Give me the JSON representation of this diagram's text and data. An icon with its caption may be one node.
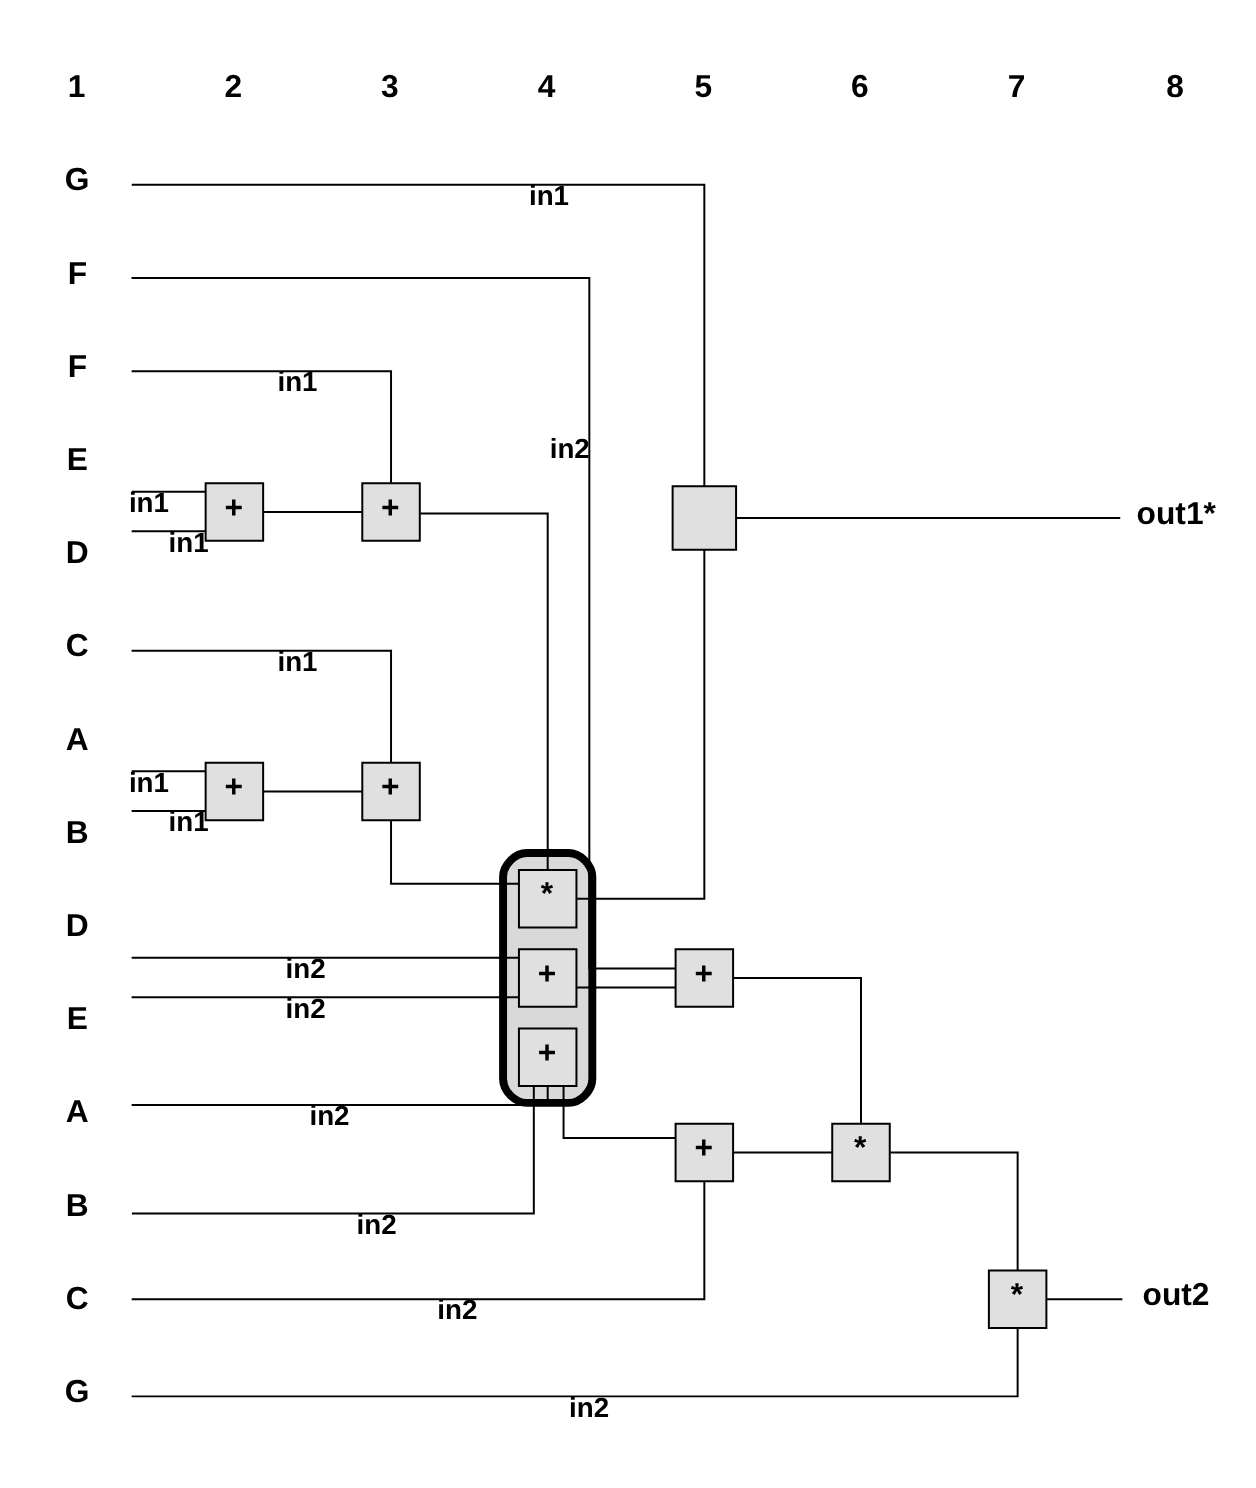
{
  "diagram": {
    "nodes": [
      {
        "text": [
          "A"
        ]
      },
      {
        "text": [
          "B"
        ]
      },
      {
        "text": [
          "C"
        ]
      },
      {
        "text": [
          "D"
        ]
      },
      {
        "text": [
          "E"
        ]
      },
      {
        "text": [
          "F"
        ]
      },
      {
        "text": [
          "G"
        ]
      },
      {
        "text": [
          "+"
        ]
      },
      {
        "text": [
          "+"
        ]
      },
      {
        "text": [
          "+"
        ]
      },
      {
        "text": [
          "+"
        ]
      },
      {
        "text": [],
        "shape": "bar"
      },
      {
        "text": [
          "*"
        ],
        "in": 11
      },
      {
        "text": [],
        "shape": "box"
      },
      {
        "text": [
          "out1*"
        ]
      },
      {
        "text": [
          "A"
        ]
      },
      {
        "text": [
          "B"
        ]
      },
      {
        "text": [
          "C"
        ]
      },
      {
        "text": [
          "D"
        ]
      },
      {
        "text": [
          "E"
        ]
      },
      {
        "text": [
          "F"
        ]
      },
      {
        "text": [
          "G"
        ]
      },
      {
        "text": [
          "+"
        ],
        "in": 11
      },
      {
        "text": [
          "+"
        ],
        "in": 11
      },
      {
        "text": [
          "+"
        ]
      },
      {
        "text": [
          "+"
        ]
      },
      {
        "text": [
          "*"
        ]
      },
      {
        "text": [
          "*"
        ]
      },
      {
        "text": [
          "out2"
        ]
      }
    ],
    "edges": [
      {
        "from": 0,
        "to": 7,
        "arrow": "none",
        "label": "in1"
      },
      {
        "from": 1,
        "to": 7,
        "arrow": "none",
        "label": "in1"
      },
      {
        "from": 7,
        "to": 8,
        "arrow": "none"
      },
      {
        "from": 2,
        "to": 8,
        "arrow": "none",
        "label": "in1"
      },
      {
        "from": 3,
        "to": 9,
        "arrow": "none",
        "label": "in1"
      },
      {
        "from": 4,
        "to": 9,
        "arrow": "none",
        "label": "in1"
      },
      {
        "from": 9,
        "to": 10,
        "arrow": "none"
      },
      {
        "from": 5,
        "to": 10,
        "arrow": "none",
        "label": "in1"
      },
      {
        "from": 8,
        "to": 12,
        "arrow": "none"
      },
      {
        "from": 10,
        "to": 12,
        "arrow": "none"
      },
      {
        "from": 12,
        "to": 13,
        "arrow": "none"
      },
      {
        "from": 6,
        "to": 13,
        "arrow": "none",
        "label": "in1"
      },
      {
        "from": 13,
        "to": 14,
        "arrow": "none"
      },
      {
        "from": 15,
        "to": 22,
        "arrow": "none",
        "label": "in2"
      },
      {
        "from": 16,
        "to": 22,
        "arrow": "none",
        "label": "in2"
      },
      {
        "from": 22,
        "to": 24,
        "arrow": "none"
      },
      {
        "from": 17,
        "to": 24,
        "arrow": "none",
        "label": "in2"
      },
      {
        "from": 18,
        "to": 23,
        "arrow": "none",
        "label": "in2"
      },
      {
        "from": 19,
        "to": 23,
        "arrow": "none",
        "label": "in2"
      },
      {
        "from": 23,
        "to": 25,
        "arrow": "none"
      },
      {
        "from": 20,
        "to": 25,
        "arrow": "none",
        "label": "in2"
      },
      {
        "from": 24,
        "to": 26,
        "arrow": "none"
      },
      {
        "from": 25,
        "to": 26,
        "arrow": "none"
      },
      {
        "from": 26,
        "to": 27,
        "arrow": "none"
      },
      {
        "from": 21,
        "to": 27,
        "arrow": "none",
        "label": "in2"
      },
      {
        "from": 27,
        "to": 28,
        "arrow": "none"
      }
    ],
    "labels": [
      "1",
      "2",
      "3",
      "4",
      "5",
      "6",
      "7",
      "8"
    ]
  }
}
